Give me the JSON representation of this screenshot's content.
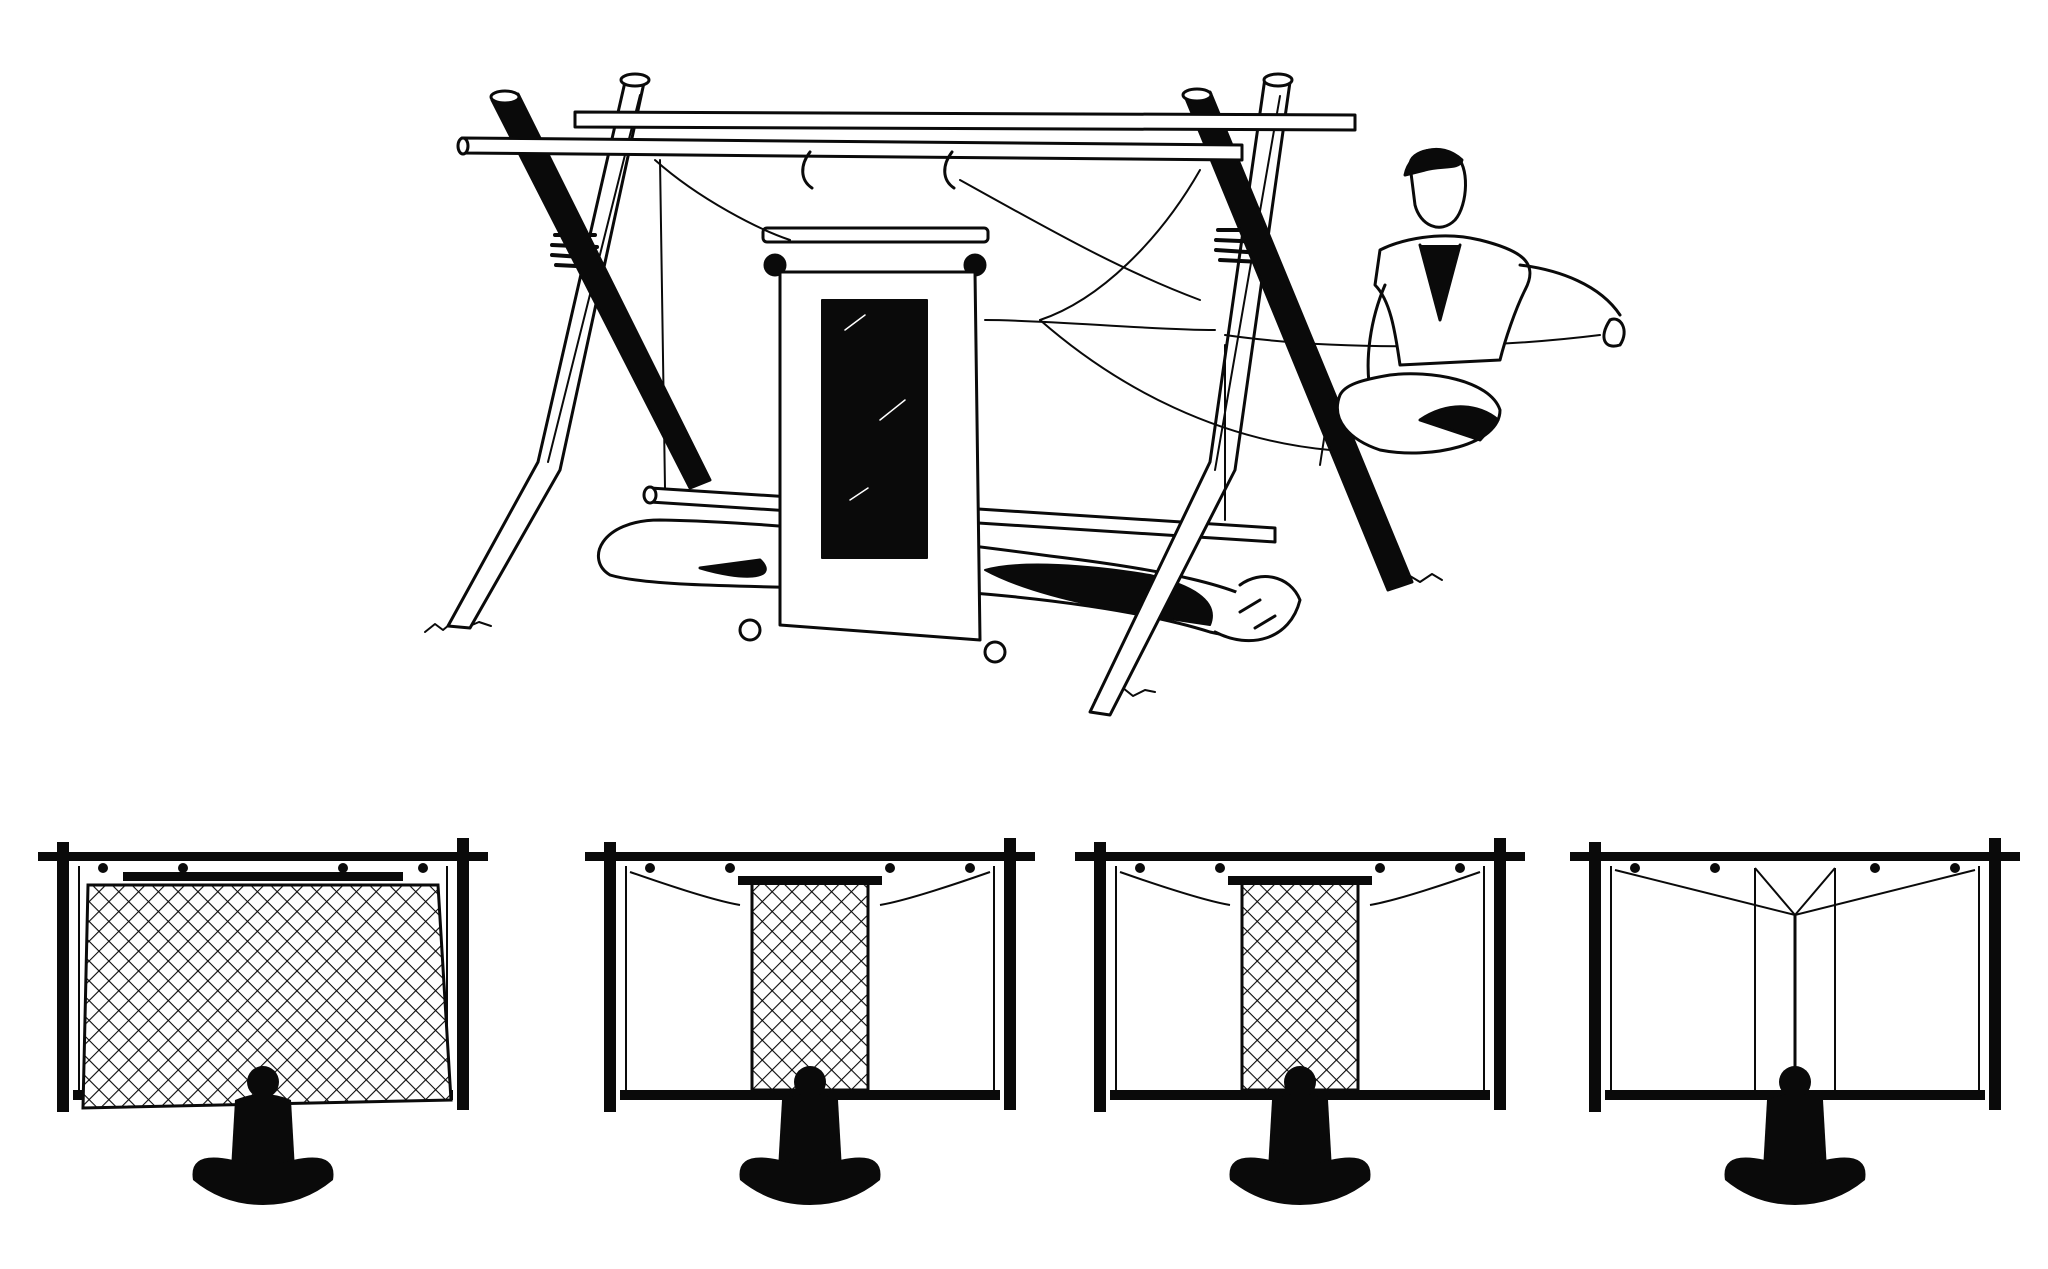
{
  "figure": {
    "ink_color": "#0a0a0a",
    "paper_color": "#ffffff",
    "main_scene": {
      "subject": "shelter-frame-scene",
      "parts": [
        "tripod-frame",
        "ridge-pole",
        "hanging-panel",
        "tarp-roll",
        "sitting-person"
      ]
    },
    "panels": [
      {
        "name": "panel-1",
        "net": "full-width"
      },
      {
        "name": "panel-2",
        "net": "center-narrow"
      },
      {
        "name": "panel-3",
        "net": "center-narrow"
      },
      {
        "name": "panel-4",
        "net": "none"
      }
    ]
  }
}
